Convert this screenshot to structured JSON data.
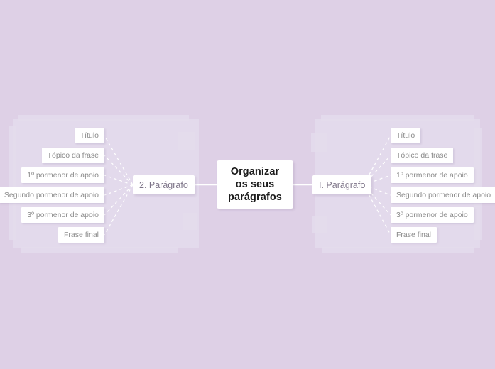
{
  "canvas": {
    "background_color": "#ded0e6",
    "panel_color": "#e4dcec",
    "connector_color": "#ffffff"
  },
  "mindmap": {
    "center": {
      "text": "Organizar os seus parágrafos",
      "line1": "Organizar",
      "line2": "os seus",
      "line3": "parágrafos",
      "text_color": "#1b1b1b"
    },
    "branches": [
      {
        "id": "branch-left",
        "label": "2. Parágrafo",
        "side": "left",
        "text_color": "#7c7387",
        "leaves": [
          {
            "label": "Título"
          },
          {
            "label": "Tópico da frase"
          },
          {
            "label": "1º pormenor de apoio"
          },
          {
            "label": "Segundo pormenor de apoio"
          },
          {
            "label": "3º pormenor de apoio"
          },
          {
            "label": "Frase final"
          }
        ]
      },
      {
        "id": "branch-right",
        "label": "I. Parágrafo",
        "side": "right",
        "text_color": "#7c7387",
        "leaves": [
          {
            "label": "Título"
          },
          {
            "label": "Tópico da frase"
          },
          {
            "label": "1º pormenor de apoio"
          },
          {
            "label": "Segundo pormenor de apoio"
          },
          {
            "label": "3º pormenor de apoio"
          },
          {
            "label": "Frase final"
          }
        ]
      }
    ]
  }
}
